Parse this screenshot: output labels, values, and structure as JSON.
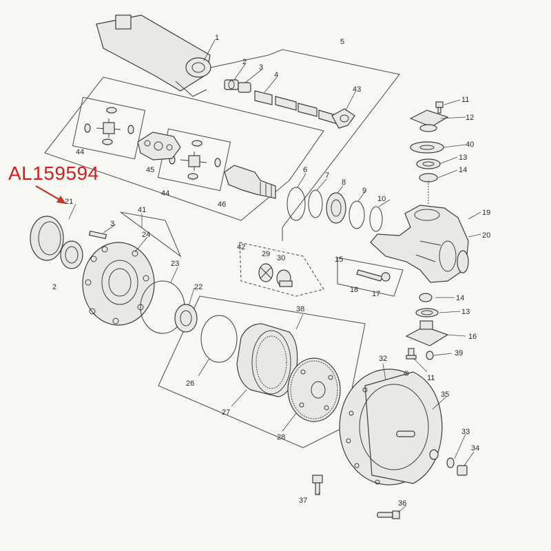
{
  "highlight": {
    "part_number": "AL159594",
    "arrow_color": "#c0392b",
    "text_color": "#d81c1c"
  },
  "callouts": {
    "c1": "1",
    "c2": "2",
    "c2b": "2",
    "c3": "3",
    "c3b": "3",
    "c4": "4",
    "c5": "5",
    "c6": "6",
    "c7": "7",
    "c8": "8",
    "c9": "9",
    "c10": "10",
    "c11": "11",
    "c11b": "11",
    "c12": "12",
    "c13": "13",
    "c13b": "13",
    "c14": "14",
    "c14b": "14",
    "c15": "15",
    "c16": "16",
    "c17": "17",
    "c18": "18",
    "c19": "19",
    "c20": "20",
    "c21": "21",
    "c22": "22",
    "c23": "23",
    "c24": "24",
    "c26": "26",
    "c27": "27",
    "c28": "28",
    "c29": "29",
    "c30": "30",
    "c32": "32",
    "c33": "33",
    "c34": "34",
    "c35": "35",
    "c36": "36",
    "c37": "37",
    "c38": "38",
    "c39": "39",
    "c40": "40",
    "c41": "41",
    "c42": "42",
    "c43": "43",
    "c44": "44",
    "c44b": "44",
    "c45": "45",
    "c46": "46"
  }
}
